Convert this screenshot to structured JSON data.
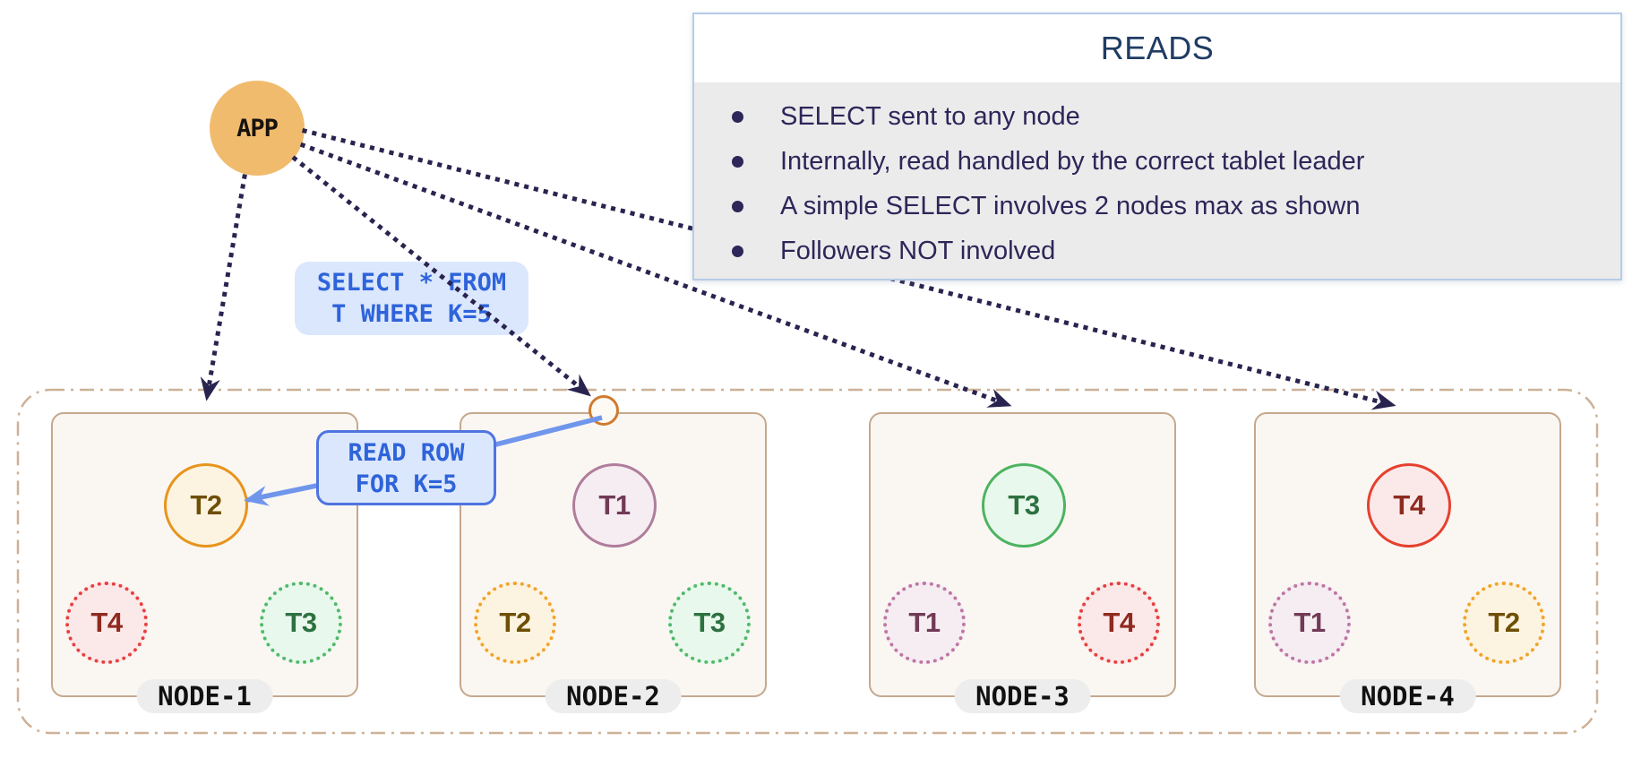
{
  "reads_panel": {
    "title": "READS",
    "bullets": [
      "SELECT sent to any node",
      "Internally, read handled by the correct tablet leader",
      "A simple SELECT involves 2 nodes max as shown",
      "Followers NOT involved"
    ]
  },
  "app": {
    "label": "APP"
  },
  "labels": {
    "select_query": {
      "line1": "SELECT * FROM",
      "line2": "T WHERE K=5"
    },
    "read_row": {
      "line1": "READ ROW",
      "line2": "FOR K=5"
    }
  },
  "nodes": [
    {
      "name": "NODE-1",
      "leader": "T2",
      "followers": [
        "T4",
        "T3"
      ]
    },
    {
      "name": "NODE-2",
      "leader": "T1",
      "followers": [
        "T2",
        "T3"
      ]
    },
    {
      "name": "NODE-3",
      "leader": "T3",
      "followers": [
        "T1",
        "T4"
      ]
    },
    {
      "name": "NODE-4",
      "leader": "T4",
      "followers": [
        "T1",
        "T2"
      ]
    }
  ],
  "colors": {
    "app_fill": "#f1bb6e",
    "arrow_navy": "#29244f",
    "arrow_blue": "#7096ec",
    "query_text_blue": "#2e63da",
    "query_label_bg": "#dbe7fc",
    "read_row_border": "#4f74e0",
    "panel_border": "#b6cce6",
    "panel_body_bg": "#ebebec",
    "panel_title": "#1f3c64",
    "panel_text": "#2d2658",
    "container_border": "#cdb197",
    "node_border": "#c5a88d",
    "node_bg": "#faf7f3",
    "pill_bg": "#ededed",
    "handoff_circle_border": "#cf7b2e",
    "tablets": {
      "T1": {
        "border": "#b07d9b",
        "bg": "#f5edf2",
        "text": "#713b57"
      },
      "T2": {
        "border": "#e7941c",
        "bg": "#fdf3e1",
        "text": "#6e4f05"
      },
      "T3": {
        "border": "#4db360",
        "bg": "#e9f8ed",
        "text": "#2d7140"
      },
      "T4": {
        "border": "#e6402e",
        "bg": "#fbe9e9",
        "text": "#8f2a20"
      }
    }
  }
}
